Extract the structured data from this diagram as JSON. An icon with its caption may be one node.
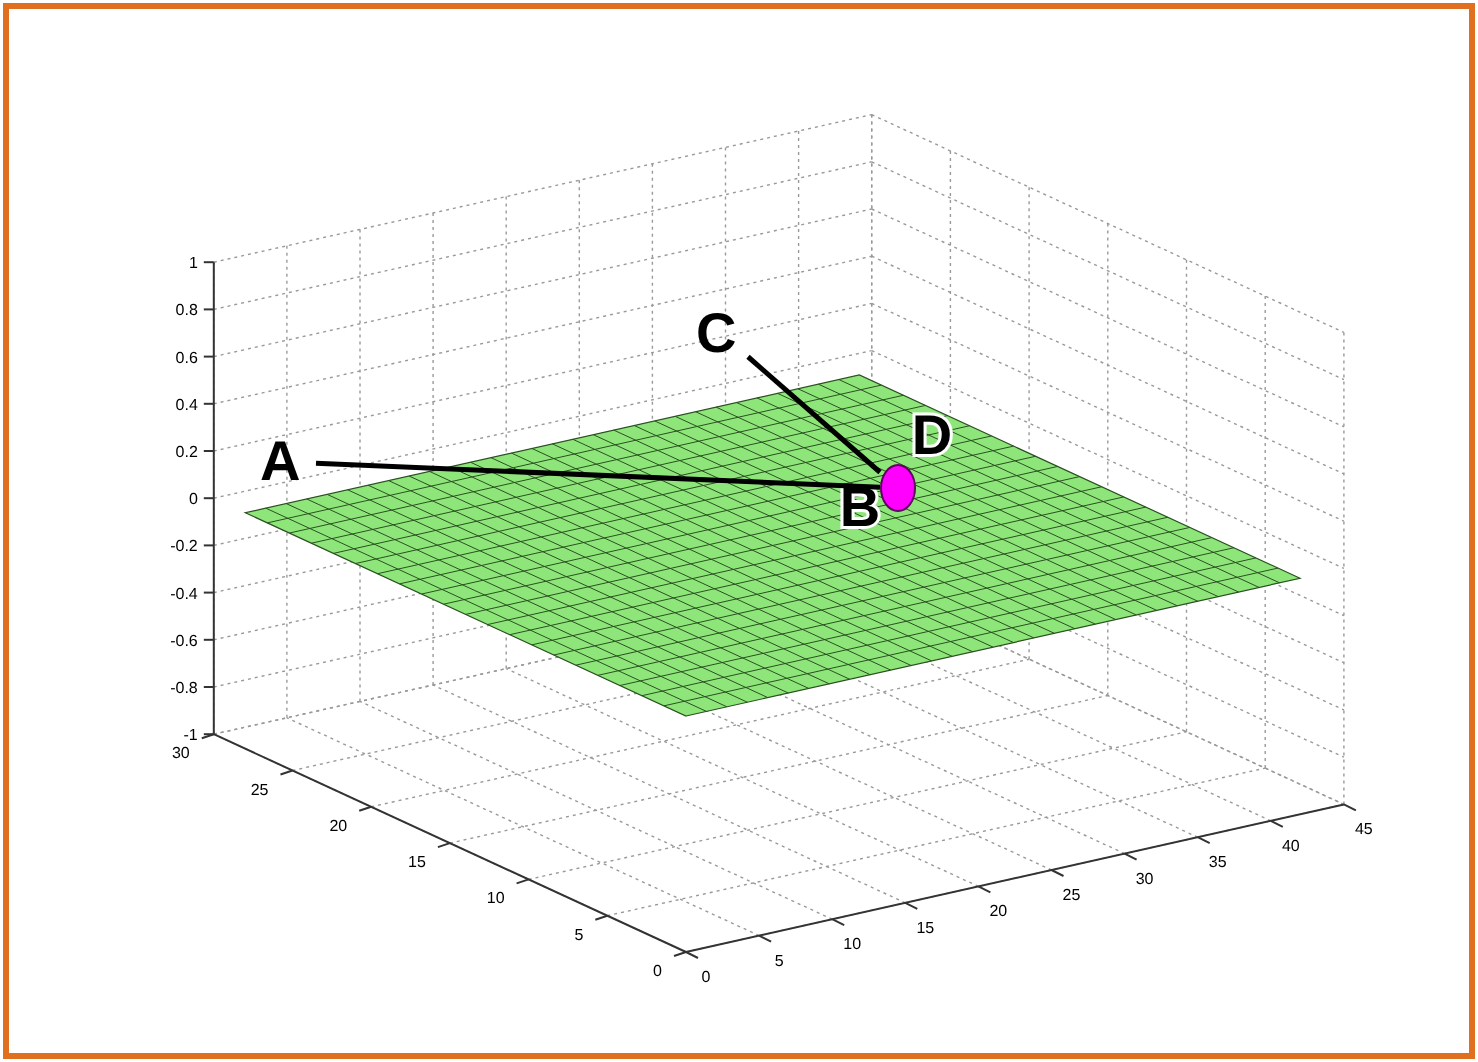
{
  "diagram": {
    "nodes": [
      {
        "text": [
          "A"
        ]
      },
      {
        "text": [
          "C"
        ]
      },
      {
        "text": [],
        "shape": "circle"
      }
    ],
    "edges": [
      {
        "from": 0,
        "to": 2,
        "arrow": "none"
      },
      {
        "from": 1,
        "to": 2,
        "arrow": "none"
      }
    ],
    "labels": [
      "B",
      "D",
      "1",
      "0.8",
      "0.6",
      "0.4",
      "0.2",
      "0",
      "-0.2",
      "-0.4",
      "-0.6",
      "-0.8",
      "-1",
      "30",
      "25",
      "20",
      "15",
      "10",
      "5",
      "0",
      "0",
      "5",
      "10",
      "15",
      "20",
      "25",
      "30",
      "35",
      "40",
      "45"
    ]
  }
}
